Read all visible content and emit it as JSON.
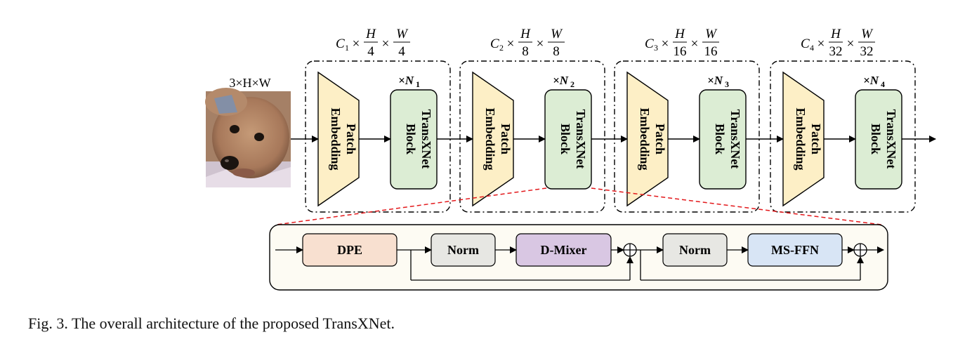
{
  "input": {
    "label": "3×H×W"
  },
  "stages": [
    {
      "dim_c": "C",
      "dim_sub": "1",
      "h_den": "4",
      "w_den": "4",
      "repeat": "×N",
      "repeat_sub": "1"
    },
    {
      "dim_c": "C",
      "dim_sub": "2",
      "h_den": "8",
      "w_den": "8",
      "repeat": "×N",
      "repeat_sub": "2"
    },
    {
      "dim_c": "C",
      "dim_sub": "3",
      "h_den": "16",
      "w_den": "16",
      "repeat": "×N",
      "repeat_sub": "3"
    },
    {
      "dim_c": "C",
      "dim_sub": "4",
      "h_den": "32",
      "w_den": "32",
      "repeat": "×N",
      "repeat_sub": "4"
    }
  ],
  "labels": {
    "times": "×",
    "h": "H",
    "w": "W",
    "patch_line1": "Patch",
    "patch_line2": "Embedding",
    "block_line1": "TransXNet",
    "block_line2": "Block"
  },
  "detail": {
    "dpe": "DPE",
    "norm1": "Norm",
    "dmixer": "D-Mixer",
    "norm2": "Norm",
    "msffn": "MS-FFN"
  },
  "colors": {
    "patch_fill": "#fdefc6",
    "block_fill": "#dcedd4",
    "dpe_fill": "#f8e0d0",
    "norm_fill": "#e7e7e3",
    "dmixer_fill": "#d9c7e3",
    "msffn_fill": "#d8e5f5",
    "detail_panel": "#fdfbf3",
    "red_dash": "#e3191c"
  },
  "icons": {
    "input_image": "poodle-dog-photo"
  },
  "caption": "Fig. 3.   The overall architecture of the proposed TransXNet."
}
